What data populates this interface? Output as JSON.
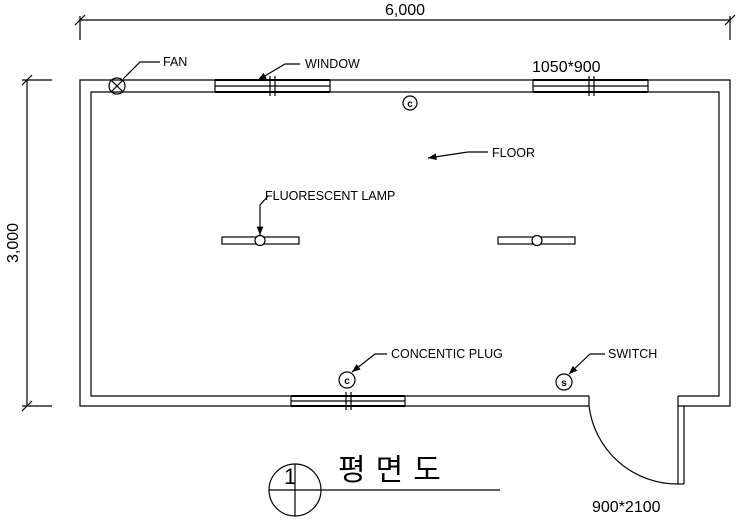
{
  "dimensions": {
    "width": "6,000",
    "height": "3,000"
  },
  "labels": {
    "fan": "FAN",
    "window": "WINDOW",
    "window_size": "1050*900",
    "floor": "FLOOR",
    "lamp": "FLUORESCENT LAMP",
    "plug": "CONCENTIC PLUG",
    "switch": "SWITCH",
    "door_size": "900*2100"
  },
  "symbols": {
    "concentric": "c",
    "switch": "s"
  },
  "title": {
    "number": "1",
    "text": "평면도"
  }
}
